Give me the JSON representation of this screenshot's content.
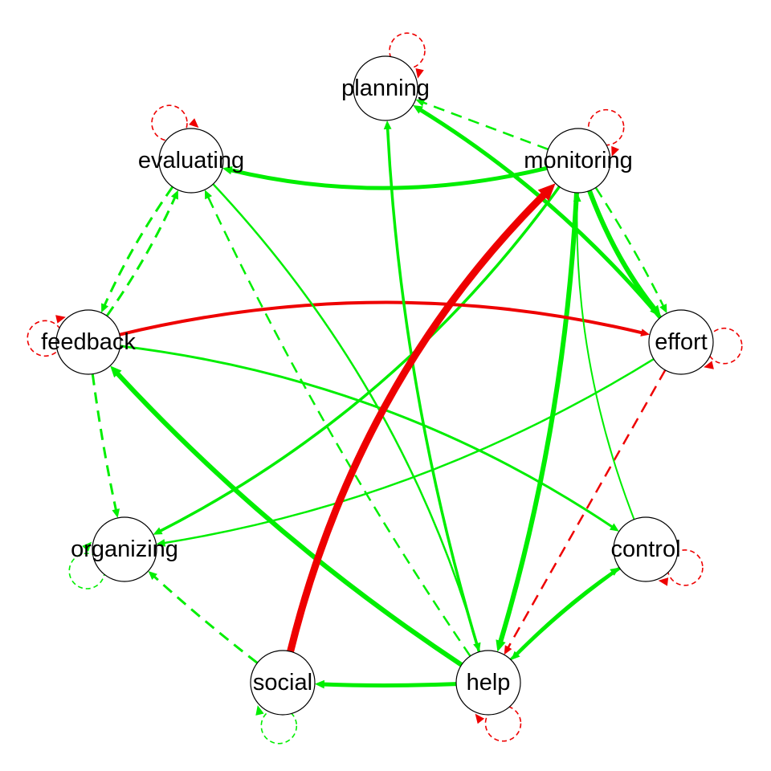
{
  "colors": {
    "positive": "#00ee00",
    "negative": "#ee0000",
    "node_fill": "#ffffff",
    "node_stroke": "#000000"
  },
  "nodes": [
    {
      "id": "planning",
      "label": "planning"
    },
    {
      "id": "monitoring",
      "label": "monitoring"
    },
    {
      "id": "effort",
      "label": "effort"
    },
    {
      "id": "control",
      "label": "control"
    },
    {
      "id": "help",
      "label": "help"
    },
    {
      "id": "social",
      "label": "social"
    },
    {
      "id": "organizing",
      "label": "organizing"
    },
    {
      "id": "feedback",
      "label": "feedback"
    },
    {
      "id": "evaluating",
      "label": "evaluating"
    }
  ],
  "edges": [
    {
      "from": "monitoring",
      "to": "evaluating",
      "sign": "positive",
      "style": "solid",
      "weight": 5
    },
    {
      "from": "monitoring",
      "to": "effort",
      "sign": "positive",
      "style": "solid",
      "weight": 6
    },
    {
      "from": "monitoring",
      "to": "effort",
      "sign": "positive",
      "style": "dashed",
      "weight": 2.5
    },
    {
      "from": "monitoring",
      "to": "help",
      "sign": "positive",
      "style": "solid",
      "weight": 6
    },
    {
      "from": "monitoring",
      "to": "organizing",
      "sign": "positive",
      "style": "solid",
      "weight": 3.5
    },
    {
      "from": "monitoring",
      "to": "planning",
      "sign": "positive",
      "style": "dashed",
      "weight": 2.5
    },
    {
      "from": "effort",
      "to": "planning",
      "sign": "positive",
      "style": "solid",
      "weight": 5
    },
    {
      "from": "effort",
      "to": "organizing",
      "sign": "positive",
      "style": "solid",
      "weight": 2.5
    },
    {
      "from": "effort",
      "to": "help",
      "sign": "negative",
      "style": "dashed",
      "weight": 2.5
    },
    {
      "from": "feedback",
      "to": "effort",
      "sign": "negative",
      "style": "solid",
      "weight": 4
    },
    {
      "from": "feedback",
      "to": "control",
      "sign": "positive",
      "style": "solid",
      "weight": 3
    },
    {
      "from": "feedback",
      "to": "organizing",
      "sign": "positive",
      "style": "dashed",
      "weight": 3
    },
    {
      "from": "feedback",
      "to": "evaluating",
      "sign": "positive",
      "style": "dashed",
      "weight": 3
    },
    {
      "from": "evaluating",
      "to": "feedback",
      "sign": "positive",
      "style": "dashed",
      "weight": 3
    },
    {
      "from": "evaluating",
      "to": "help",
      "sign": "positive",
      "style": "solid",
      "weight": 2.5
    },
    {
      "from": "help",
      "to": "feedback",
      "sign": "positive",
      "style": "solid",
      "weight": 6
    },
    {
      "from": "help",
      "to": "social",
      "sign": "positive",
      "style": "solid",
      "weight": 5
    },
    {
      "from": "help",
      "to": "evaluating",
      "sign": "positive",
      "style": "dashed",
      "weight": 2.5
    },
    {
      "from": "help",
      "to": "control",
      "sign": "positive",
      "style": "solid",
      "weight": 3
    },
    {
      "from": "help",
      "to": "planning",
      "sign": "positive",
      "style": "solid",
      "weight": 3.5
    },
    {
      "from": "control",
      "to": "help",
      "sign": "positive",
      "style": "solid",
      "weight": 4
    },
    {
      "from": "control",
      "to": "monitoring",
      "sign": "positive",
      "style": "solid",
      "weight": 2
    },
    {
      "from": "social",
      "to": "monitoring",
      "sign": "negative",
      "style": "solid",
      "weight": 9
    },
    {
      "from": "social",
      "to": "organizing",
      "sign": "positive",
      "style": "dashed",
      "weight": 3
    }
  ],
  "self_loops": [
    {
      "node": "planning",
      "sign": "negative"
    },
    {
      "node": "monitoring",
      "sign": "negative"
    },
    {
      "node": "effort",
      "sign": "negative"
    },
    {
      "node": "control",
      "sign": "negative"
    },
    {
      "node": "help",
      "sign": "negative"
    },
    {
      "node": "social",
      "sign": "positive"
    },
    {
      "node": "organizing",
      "sign": "positive"
    },
    {
      "node": "feedback",
      "sign": "negative"
    },
    {
      "node": "evaluating",
      "sign": "negative"
    }
  ]
}
